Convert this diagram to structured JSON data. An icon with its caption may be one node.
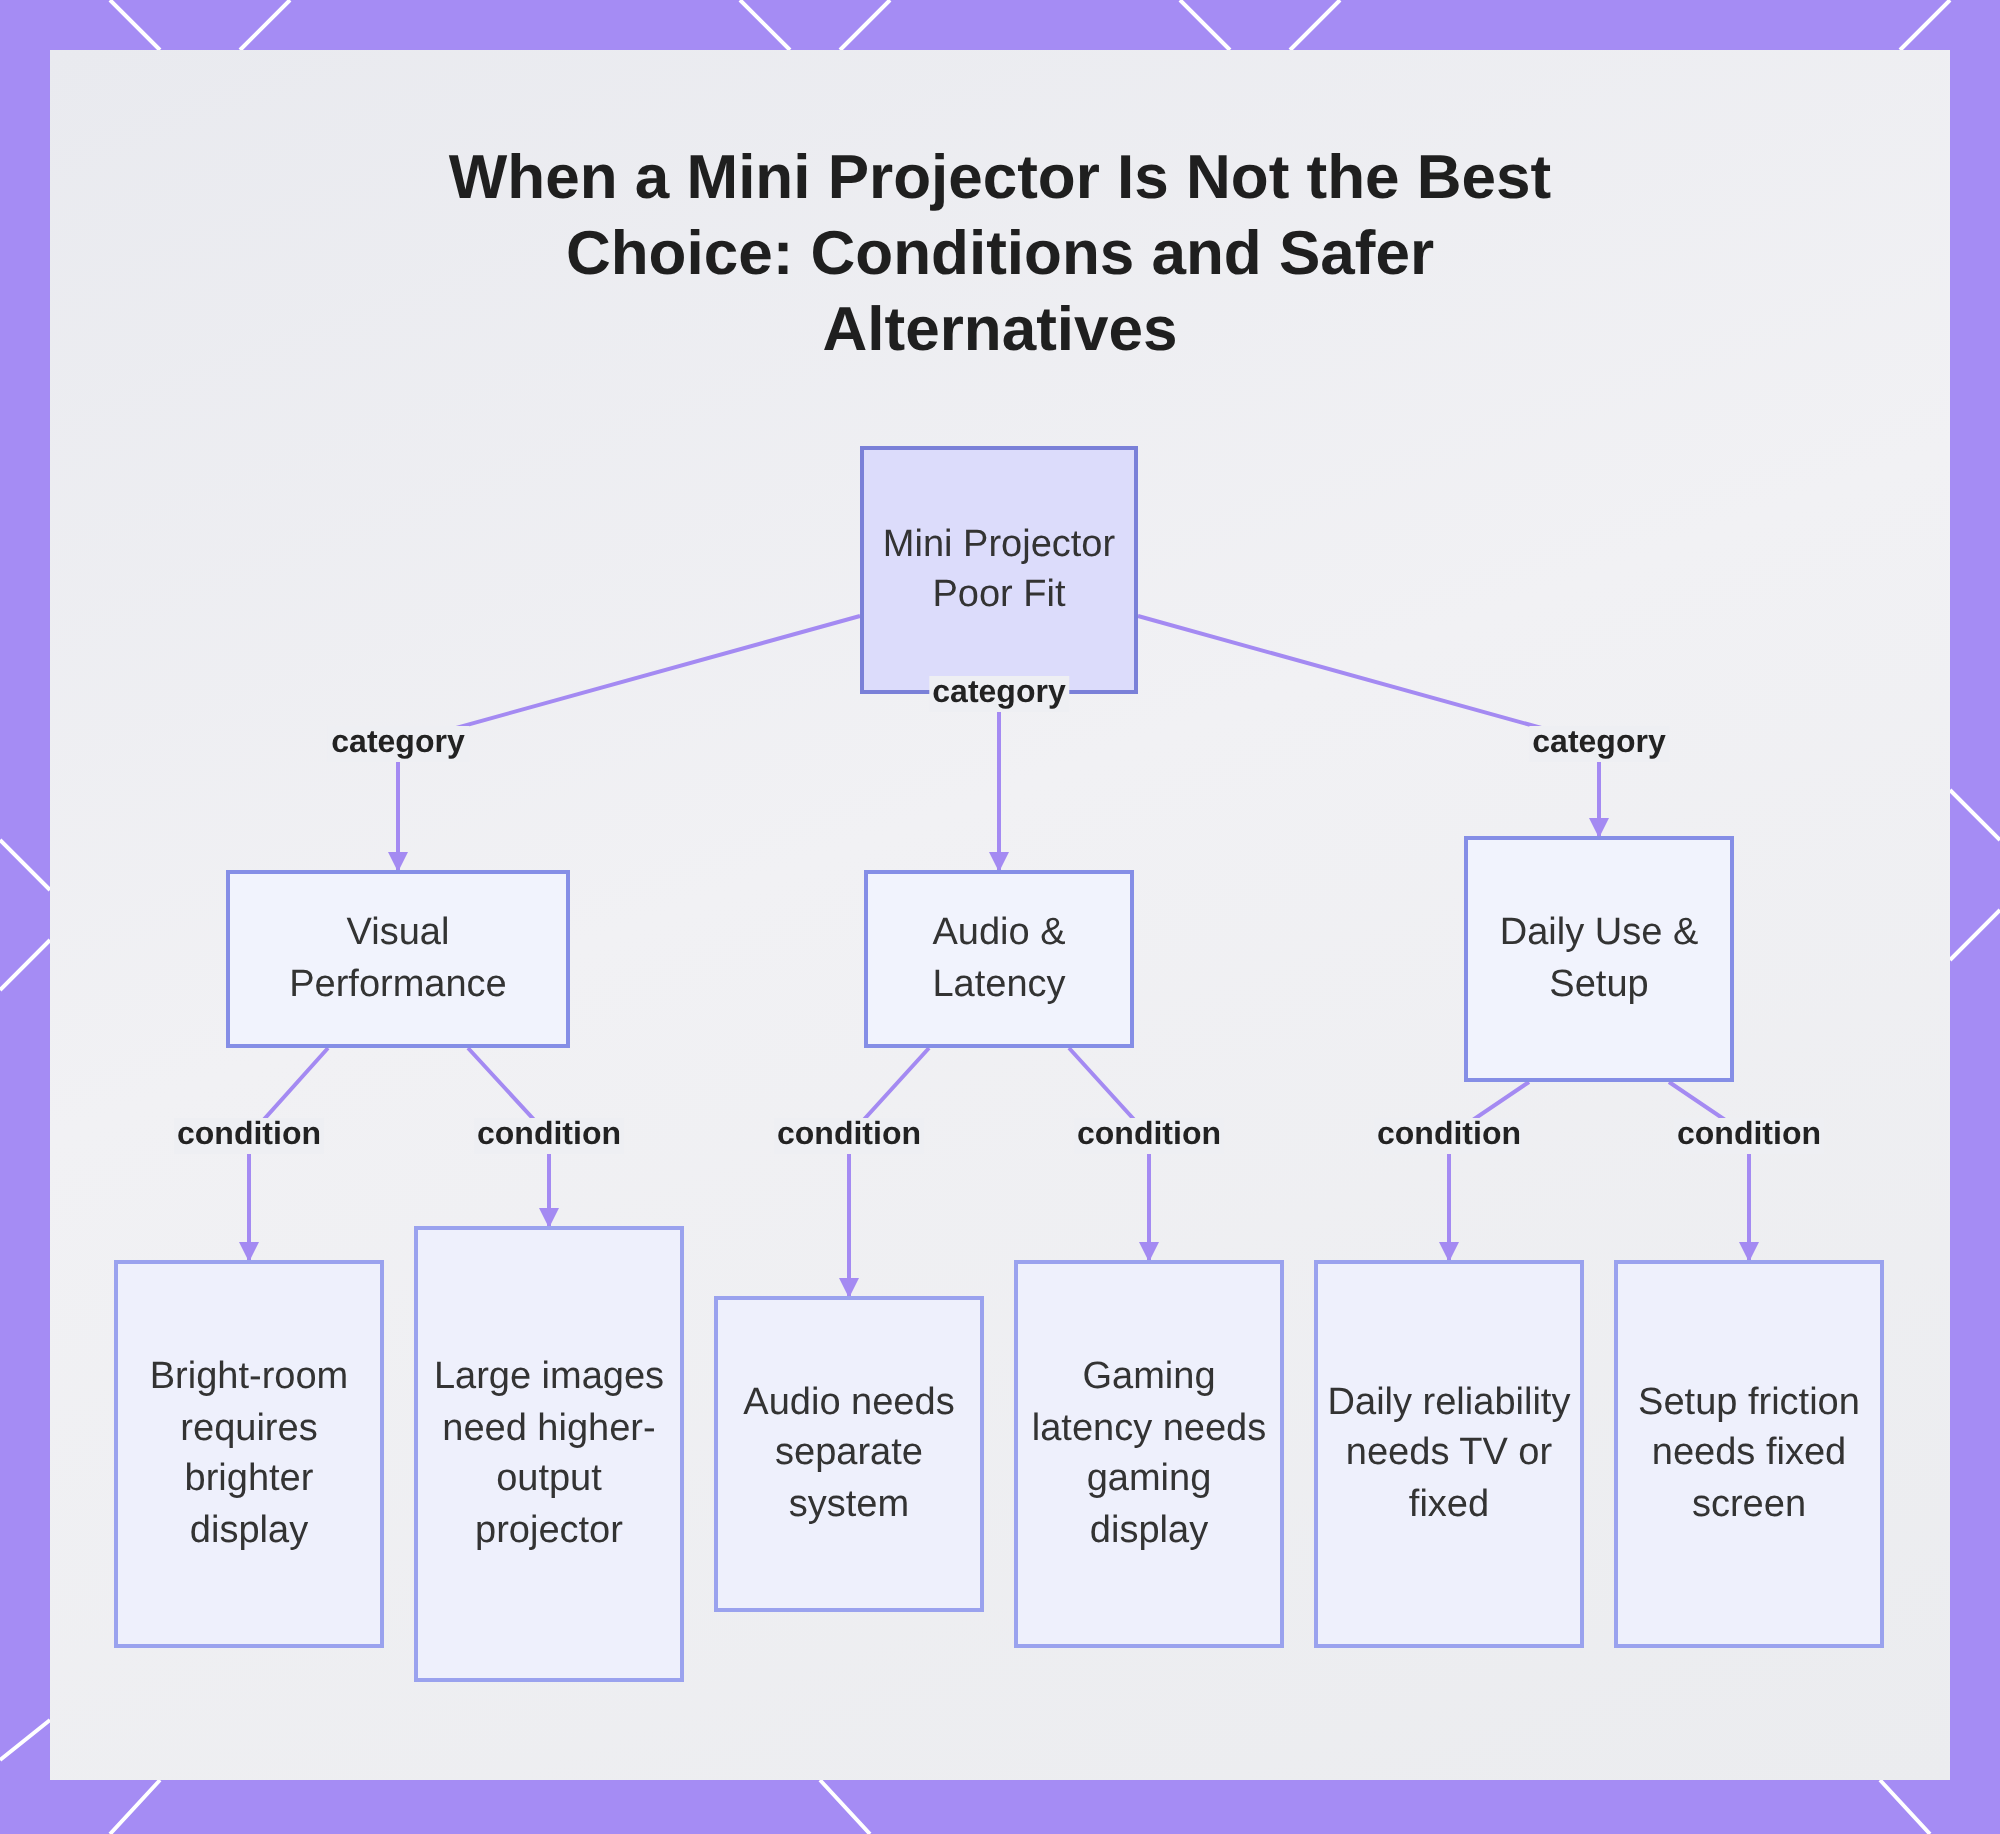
{
  "diagram": {
    "title": "When a Mini Projector Is Not the Best Choice: Conditions and Safer Alternatives",
    "nodes": [
      {
        "text": [
          "Mini Projector Poor Fit"
        ]
      },
      {
        "text": [
          "Visual Performance"
        ]
      },
      {
        "text": [
          "Audio & Latency"
        ]
      },
      {
        "text": [
          "Daily Use & Setup"
        ]
      },
      {
        "text": [
          "Bright-room requires brighter display"
        ]
      },
      {
        "text": [
          "Large images need higher-output projector"
        ]
      },
      {
        "text": [
          "Audio needs separate system"
        ]
      },
      {
        "text": [
          "Gaming latency needs gaming display"
        ]
      },
      {
        "text": [
          "Daily reliability needs TV or fixed"
        ]
      },
      {
        "text": [
          "Setup friction needs fixed screen"
        ]
      }
    ],
    "edges": [
      {
        "from": 0,
        "to": 1,
        "arrow": "to",
        "label": "category"
      },
      {
        "from": 0,
        "to": 2,
        "arrow": "to",
        "label": "category"
      },
      {
        "from": 0,
        "to": 3,
        "arrow": "to",
        "label": "category"
      },
      {
        "from": 1,
        "to": 4,
        "arrow": "to",
        "label": "condition"
      },
      {
        "from": 1,
        "to": 5,
        "arrow": "to",
        "label": "condition"
      },
      {
        "from": 2,
        "to": 6,
        "arrow": "to",
        "label": "condition"
      },
      {
        "from": 2,
        "to": 7,
        "arrow": "to",
        "label": "condition"
      },
      {
        "from": 3,
        "to": 8,
        "arrow": "to",
        "label": "condition"
      },
      {
        "from": 3,
        "to": 9,
        "arrow": "to",
        "label": "condition"
      }
    ]
  }
}
